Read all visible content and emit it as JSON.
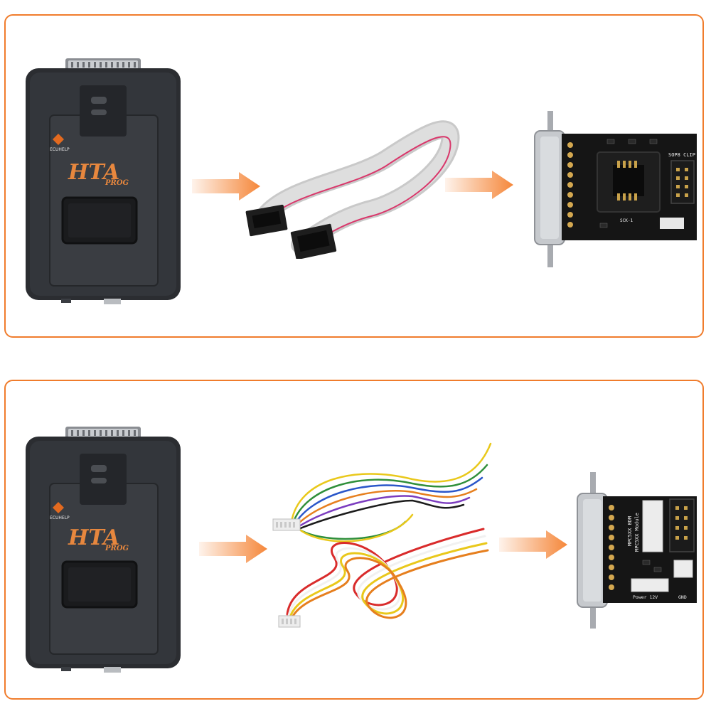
{
  "colors": {
    "accent": "#f07c2c",
    "arrow": "#f5873a",
    "device_body": "#2b2d31",
    "pcb": "#151515"
  },
  "device": {
    "brand_mark": "HTA",
    "brand_sub": "PROG",
    "maker": "ECUHELP"
  },
  "top_adapter": {
    "label_clip": "SOP8 CLIP",
    "label_sck": "SCK-1"
  },
  "bottom_adapter": {
    "label_module": "MPC5XX Module",
    "label_bdm": "MPC5XX BDM",
    "label_power": "Power 12V",
    "label_gnd": "GND"
  },
  "icons": {
    "arrow": "arrow-right-icon"
  }
}
